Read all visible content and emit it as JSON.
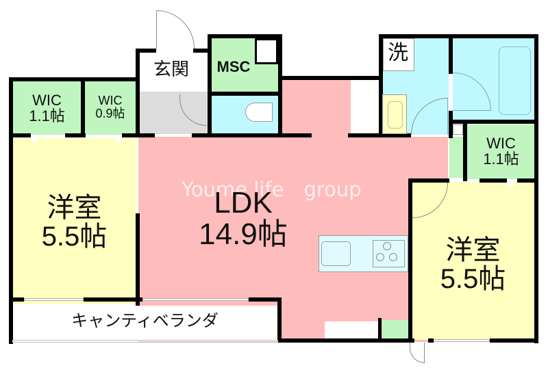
{
  "floorplan": {
    "watermark": "Youme life　group",
    "colors": {
      "ldk": "#ffbcbc",
      "western_room": "#ffffc0",
      "wic": "#c0f5c0",
      "wet_area": "#c0f8ff",
      "entrance_floor": "#dcdcdc",
      "walls": "#000000"
    },
    "rooms": [
      {
        "id": "wic-left",
        "name": "WIC",
        "size": "1.1帖"
      },
      {
        "id": "wic-middle",
        "name": "WIC",
        "size": "0.9帖"
      },
      {
        "id": "entrance",
        "name": "玄関"
      },
      {
        "id": "msc",
        "name": "MSC"
      },
      {
        "id": "laundry",
        "name": "洗"
      },
      {
        "id": "ldk",
        "name": "LDK",
        "size": "14.9帖"
      },
      {
        "id": "western-left",
        "name": "洋室",
        "size": "5.5帖"
      },
      {
        "id": "western-right",
        "name": "洋室",
        "size": "5.5帖"
      },
      {
        "id": "wic-right",
        "name": "WIC",
        "size": "1.1帖"
      },
      {
        "id": "veranda",
        "name": "キャンティベランダ"
      }
    ],
    "fixtures": [
      "toilet-icon",
      "washbasin-icon",
      "bathtub-icon",
      "kitchen-sink-icon",
      "stove-icon"
    ]
  }
}
